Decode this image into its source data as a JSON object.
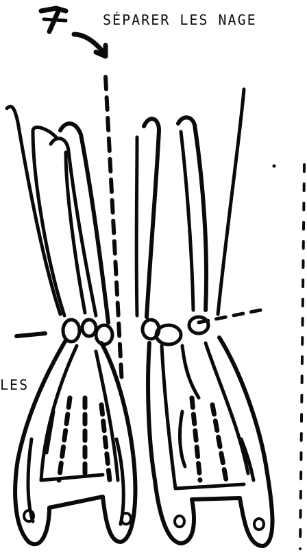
{
  "diagram": {
    "step_number": "7",
    "instruction_text": "SÉPARER LES NAGE",
    "side_label": "LES",
    "colors": {
      "ink": "#0a0a0a",
      "paper": "#ffffff"
    }
  }
}
